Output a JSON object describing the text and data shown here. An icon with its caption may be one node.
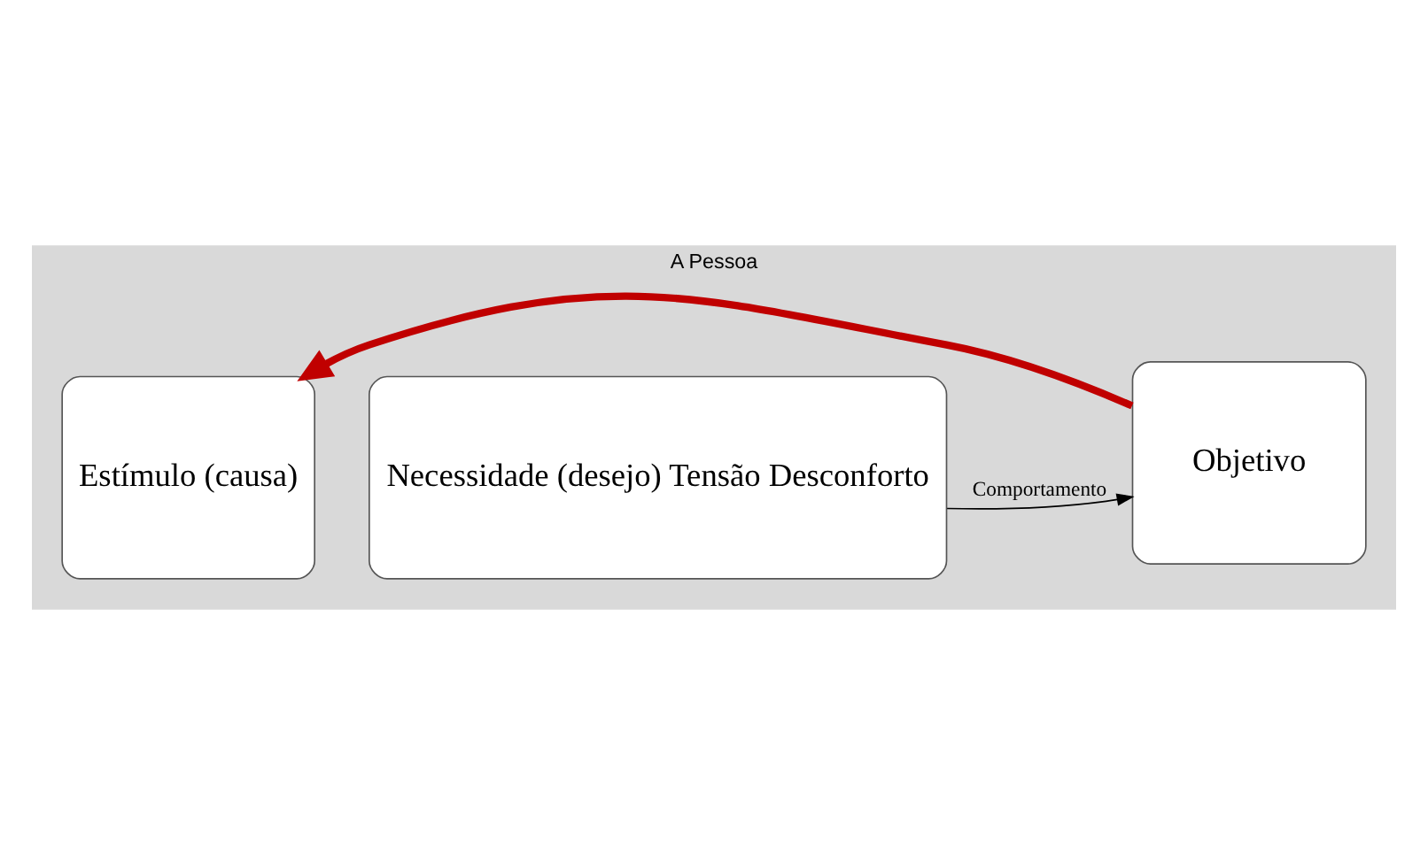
{
  "diagram": {
    "nodes": [
      {
        "text": [
          "A Pessoa"
        ]
      },
      {
        "text": [
          "Estímulo (causa)"
        ],
        "in": 0
      },
      {
        "text": [
          "Necessidade (desejo) Tensão Desconforto"
        ],
        "in": 0
      },
      {
        "text": [
          "Objetivo"
        ],
        "in": 0
      }
    ],
    "edges": [
      {
        "from": 2,
        "to": 3,
        "arrow": "to",
        "label": "Comportamento"
      },
      {
        "from": 3,
        "to": 1,
        "arrow": "to",
        "style": "thick",
        "color": "#c00000"
      }
    ]
  }
}
